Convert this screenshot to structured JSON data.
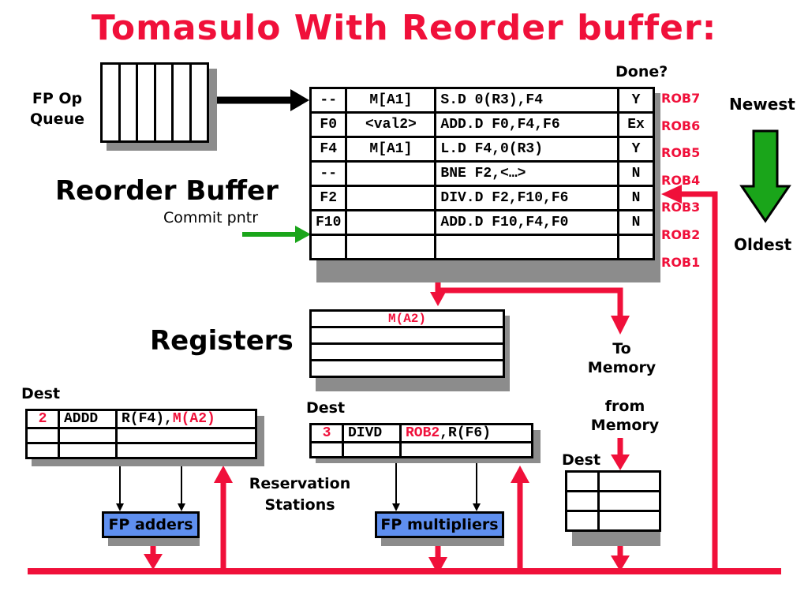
{
  "title": "Tomasulo With Reorder buffer:",
  "fp_op_queue": {
    "label_line1": "FP Op",
    "label_line2": "Queue",
    "slots": 6
  },
  "reorder_buffer": {
    "label": "Reorder Buffer",
    "commit_pointer_label": "Commit pntr",
    "done_header": "Done?",
    "rows": [
      {
        "tag": "ROB7",
        "dest": "--",
        "value": "M[A1]",
        "instr": "S.D 0(R3),F4",
        "done": "Y"
      },
      {
        "tag": "ROB6",
        "dest": "F0",
        "value": "<val2>",
        "instr": "ADD.D F0,F4,F6",
        "done": "Ex"
      },
      {
        "tag": "ROB5",
        "dest": "F4",
        "value": "M[A1]",
        "instr": "L.D F4,0(R3)",
        "done": "Y"
      },
      {
        "tag": "ROB4",
        "dest": "--",
        "value": "",
        "instr": "BNE F2,<…>",
        "done": "N"
      },
      {
        "tag": "ROB3",
        "dest": "F2",
        "value": "",
        "instr": "DIV.D F2,F10,F6",
        "done": "N"
      },
      {
        "tag": "ROB2",
        "dest": "F10",
        "value": "",
        "instr": "ADD.D F10,F4,F0",
        "done": "N"
      },
      {
        "tag": "ROB1",
        "dest": "",
        "value": "",
        "instr": "",
        "done": ""
      }
    ]
  },
  "order_legend": {
    "newest": "Newest",
    "oldest": "Oldest"
  },
  "registers": {
    "label": "Registers",
    "rows": [
      "M(A2)",
      "",
      "",
      ""
    ]
  },
  "to_memory": {
    "line1": "To",
    "line2": "Memory"
  },
  "from_memory": {
    "line1": "from",
    "line2": "Memory"
  },
  "reservation_stations": {
    "label_line1": "Reservation",
    "label_line2": "Stations",
    "dest_label": "Dest",
    "adders": {
      "rows": [
        {
          "dest": "2",
          "op": "ADDD",
          "src1": "R(F4),",
          "src2": "M(A2)"
        },
        {
          "dest": "",
          "op": "",
          "src1": "",
          "src2": ""
        },
        {
          "dest": "",
          "op": "",
          "src1": "",
          "src2": ""
        }
      ]
    },
    "multipliers": {
      "rows": [
        {
          "dest": "3",
          "op": "DIVD",
          "src1": "ROB2",
          "src2": ",R(F6)"
        },
        {
          "dest": "",
          "op": "",
          "src1": "",
          "src2": ""
        }
      ]
    }
  },
  "load_buffer": {
    "dest_label": "Dest",
    "rows": 3
  },
  "units": {
    "adders": "FP adders",
    "multipliers": "FP multipliers"
  },
  "colors": {
    "bus": "#f0103a",
    "commit_arrow": "#1aa51a",
    "order_arrow": "#1aa51a",
    "unit_fill": "#5f8fef"
  }
}
